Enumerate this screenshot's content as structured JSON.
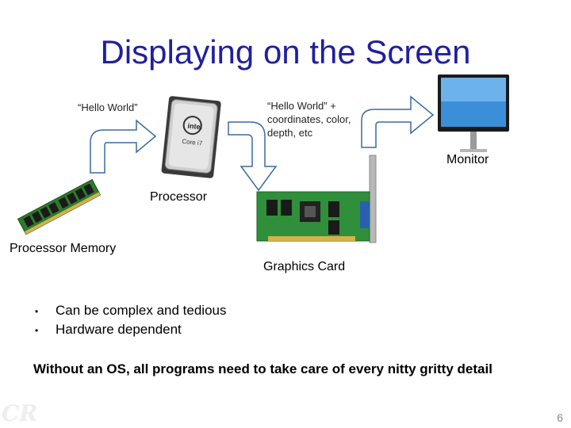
{
  "title": "Displaying on the Screen",
  "labels": {
    "hello_world": "“Hello World”",
    "hello_world_plus": "“Hello World” +",
    "hello_world_plus_2": "coordinates, color,",
    "hello_world_plus_3": "depth, etc",
    "monitor": "Monitor",
    "processor": "Processor",
    "processor_memory": "Processor Memory",
    "graphics_card": "Graphics Card"
  },
  "bullets": [
    "Can be complex and tedious",
    "Hardware dependent"
  ],
  "bullet_glyph": "•",
  "summary": "Without an OS, all programs need to take care of every nitty gritty detail",
  "page_number": "6",
  "logo_text": "CR",
  "colors": {
    "title": "#1f1f9f",
    "arrow_fill": "#ffffff",
    "arrow_stroke": "#3a6aa5"
  }
}
